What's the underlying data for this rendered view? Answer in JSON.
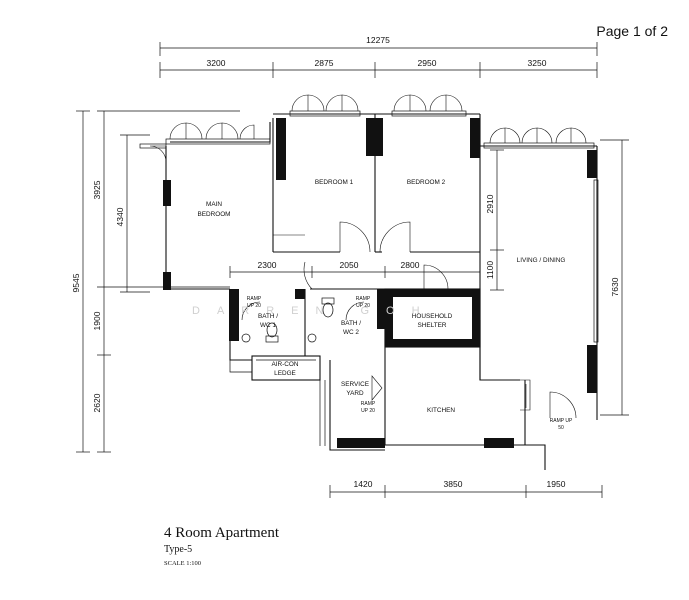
{
  "page": {
    "indicator": "Page 1 of 2"
  },
  "title_block": {
    "title": "4 Room Apartment",
    "type": "Type-5",
    "scale": "SCALE 1:100"
  },
  "watermark": "DARREN GOH",
  "dimensions": {
    "overall_width": "12275",
    "top": [
      "3200",
      "2875",
      "2950",
      "3250"
    ],
    "middle": [
      "2300",
      "2050",
      "2800"
    ],
    "bottom": [
      "1420",
      "3850",
      "1950"
    ],
    "left_overall": "9545",
    "left_segments": [
      "3925",
      "1900",
      "2620"
    ],
    "left_inner": "4340",
    "inner_2910": "2910",
    "inner_1100": "1100",
    "right": "7630"
  },
  "rooms": {
    "main_bedroom": [
      "MAIN",
      "BEDROOM"
    ],
    "bedroom_1": "BEDROOM 1",
    "bedroom_2": "BEDROOM 2",
    "living_dining": "LIVING / DINING",
    "bath_wc_1": [
      "BATH /",
      "WC 1"
    ],
    "bath_wc_2": [
      "BATH /",
      "WC 2"
    ],
    "household_shelter": [
      "HOUSEHOLD",
      "SHELTER"
    ],
    "aircon_ledge": [
      "AIR-CON",
      "LEDGE"
    ],
    "service_yard": [
      "SERVICE",
      "YARD"
    ],
    "kitchen": "KITCHEN"
  },
  "ramps": {
    "bath1": [
      "RAMP",
      "UP 20"
    ],
    "bath2": [
      "RAMP",
      "UP 20"
    ],
    "yard": [
      "RAMP",
      "UP 20"
    ],
    "entrance": [
      "RAMP UP",
      "50"
    ]
  }
}
